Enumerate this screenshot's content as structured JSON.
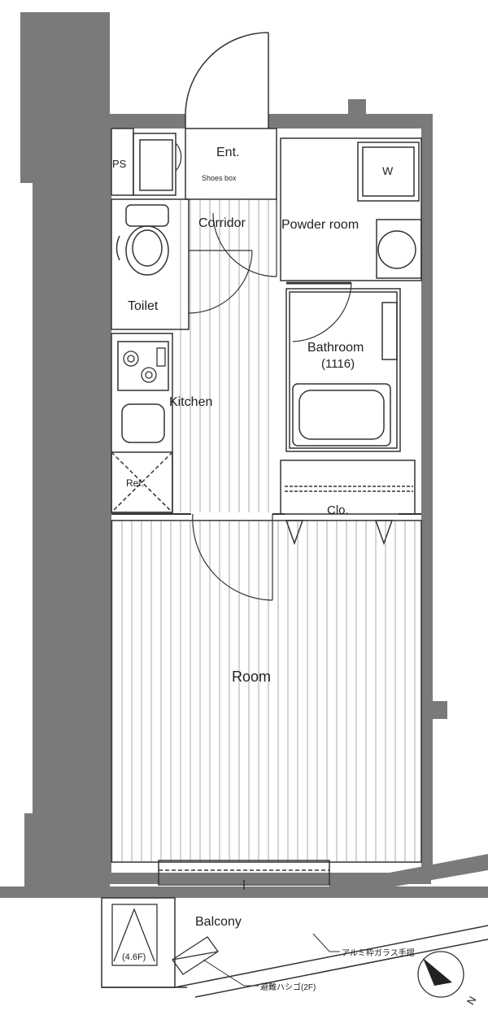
{
  "rooms": {
    "entrance": "Ent.",
    "shoes_box": "Shoes box",
    "ps": "PS",
    "corridor": "Corridor",
    "powder_room": "Powder room",
    "washer": "W",
    "toilet": "Toilet",
    "bathroom": "Bathroom",
    "bathroom_size": "(1116)",
    "kitchen": "Kitchen",
    "refrigerator": "Ref.",
    "closet": "Clo.",
    "room": "Room",
    "balcony": "Balcony"
  },
  "notes": {
    "hatch": "(4.6F)",
    "railing": "アルミ枠ガラス手摺",
    "ladder": "避難ハシゴ(2F)"
  },
  "compass": {
    "north": "N"
  },
  "colors": {
    "wall": "#7a7a7a",
    "line": "#333333",
    "floor_line": "#9a9a9a"
  }
}
